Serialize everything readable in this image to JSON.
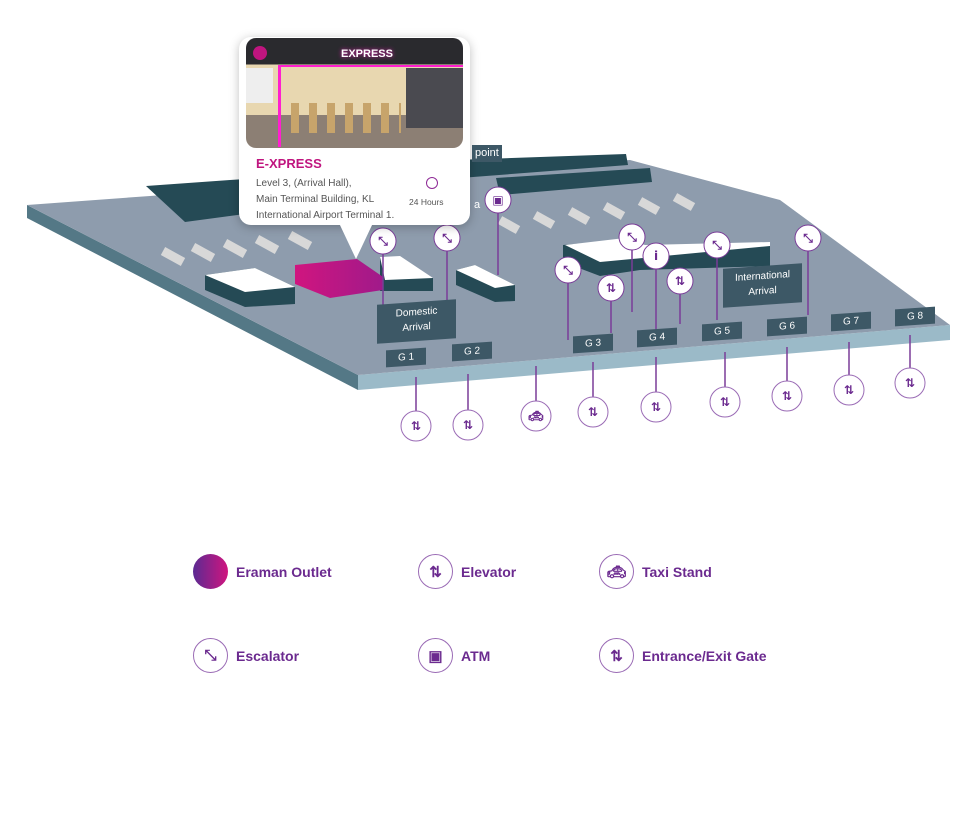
{
  "popup": {
    "title": "E-XPRESS",
    "store_sign": "EXPRESS",
    "address": [
      "Level 3, (Arrival Hall),",
      "Main Terminal Building, KL",
      "International Airport Terminal 1."
    ],
    "hours": "24 Hours"
  },
  "map": {
    "labels": {
      "domestic": [
        "Domestic",
        "Arrival"
      ],
      "international": [
        "International",
        "Arrival"
      ],
      "checkpoint_partial": "point",
      "partial_a": "a"
    },
    "gates": [
      "G 1",
      "G 2",
      "G 3",
      "G 4",
      "G 5",
      "G 6",
      "G 7",
      "G 8"
    ]
  },
  "legend": [
    {
      "label": "Eraman Outlet",
      "icon": "outlet-swatch"
    },
    {
      "label": "Elevator",
      "icon": "elevator-icon"
    },
    {
      "label": "Taxi Stand",
      "icon": "taxi-icon"
    },
    {
      "label": "Escalator",
      "icon": "escalator-icon"
    },
    {
      "label": "ATM",
      "icon": "atm-icon"
    },
    {
      "label": "Entrance/Exit Gate",
      "icon": "gate-icon"
    }
  ],
  "colors": {
    "floor": "#8e9cad",
    "side": "#547886",
    "front": "#9bbac8",
    "wall": "#254a55",
    "accent": "#6b2a8f",
    "outlet": "#c0157f"
  }
}
